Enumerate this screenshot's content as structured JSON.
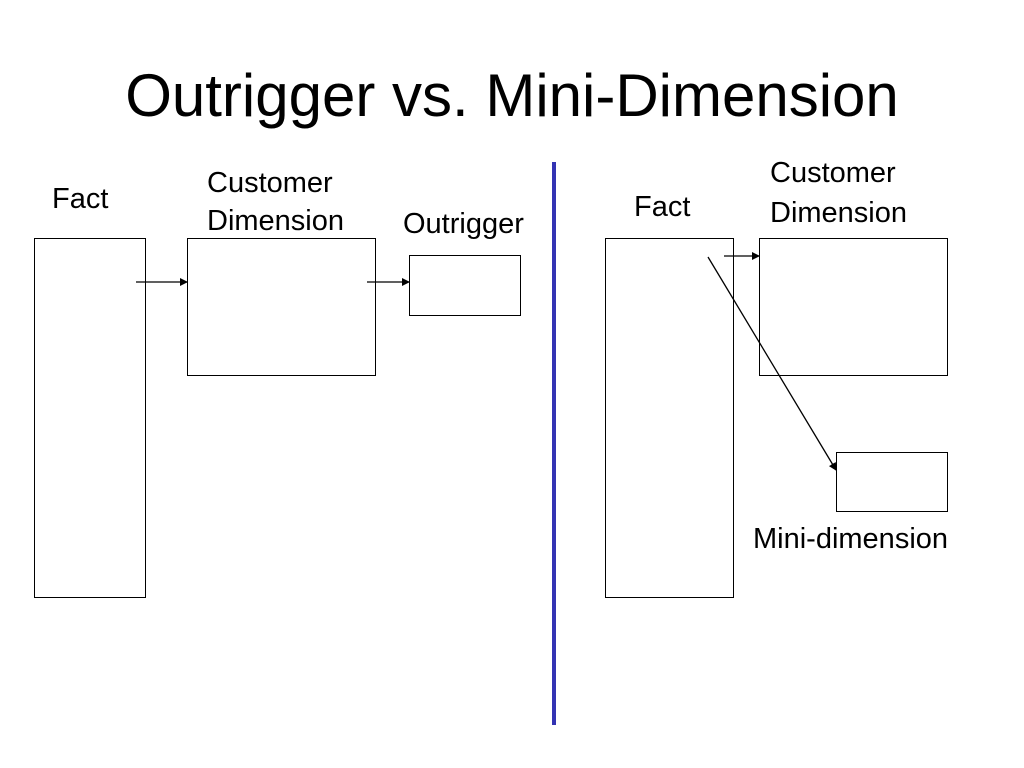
{
  "title": "Outrigger vs. Mini-Dimension",
  "left": {
    "fact_label": "Fact",
    "customer_label_line1": "Customer",
    "customer_label_line2": "Dimension",
    "outrigger_label": "Outrigger"
  },
  "right": {
    "fact_label": "Fact",
    "customer_label_line1": "Customer",
    "customer_label_line2": "Dimension",
    "mini_label": "Mini-dimension"
  },
  "colors": {
    "divider": "#3333b3",
    "line": "#000000"
  }
}
